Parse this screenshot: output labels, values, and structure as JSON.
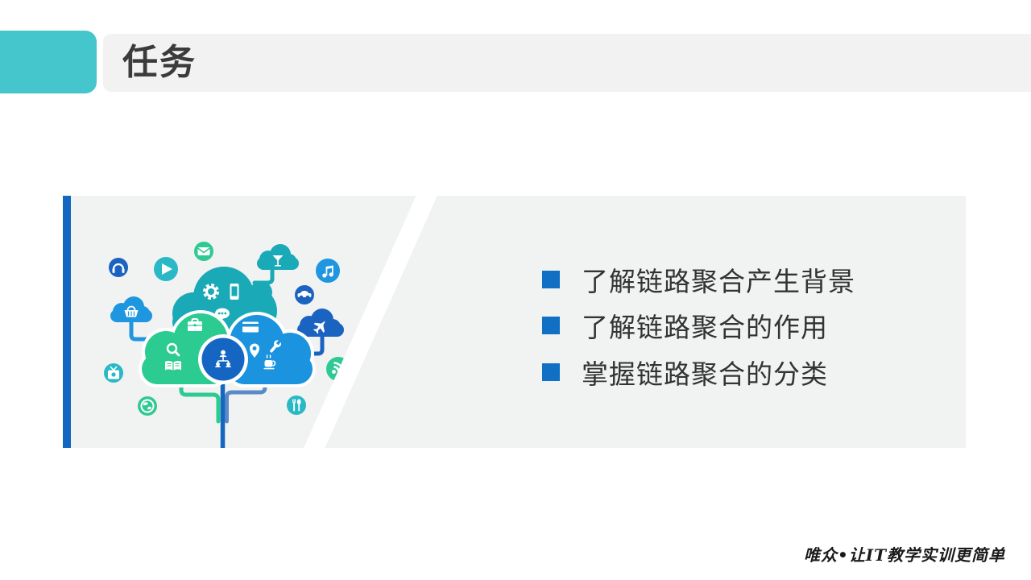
{
  "slide": {
    "header": {
      "title": "任务"
    },
    "objectives": [
      "了解链路聚合产生背景",
      "了解链路聚合的作用",
      "掌握链路聚合的分类"
    ],
    "watermark": "唯众•让IT教学实训更简单"
  },
  "colors": {
    "header_accent_teal": "#45c5cc",
    "header_bar_gray": "#f2f2f2",
    "panel_gray": "#f1f2f2",
    "accent_bar_blue": "#1467bf",
    "bullet_blue": "#1170c4",
    "text_dark": "#333333",
    "cloud_teal": "#1aa9b6",
    "cloud_green": "#2bcb92",
    "cloud_blue": "#1b93de",
    "cloud_dark_blue": "#1565c3",
    "circle_blue": "#1f96e0",
    "circle_dark_blue": "#1b63c1",
    "circle_teal": "#29b8c5",
    "circle_green": "#2fc993",
    "branch_steel_blue": "#5b8ac9"
  },
  "illustration": {
    "description": "cloud-services tree illustration",
    "icons": [
      "headphones-icon",
      "play-icon",
      "mail-icon",
      "cocktail-icon",
      "music-icon",
      "shopping-basket-icon",
      "car-icon",
      "airplane-icon",
      "tv-icon",
      "globe-icon",
      "rss-icon",
      "utensils-icon",
      "gear-icon",
      "smartphone-icon",
      "chat-icon",
      "briefcase-icon",
      "search-icon",
      "book-icon",
      "credit-card-icon",
      "location-pin-icon",
      "wrench-icon",
      "coffee-icon",
      "network-share-icon"
    ]
  }
}
